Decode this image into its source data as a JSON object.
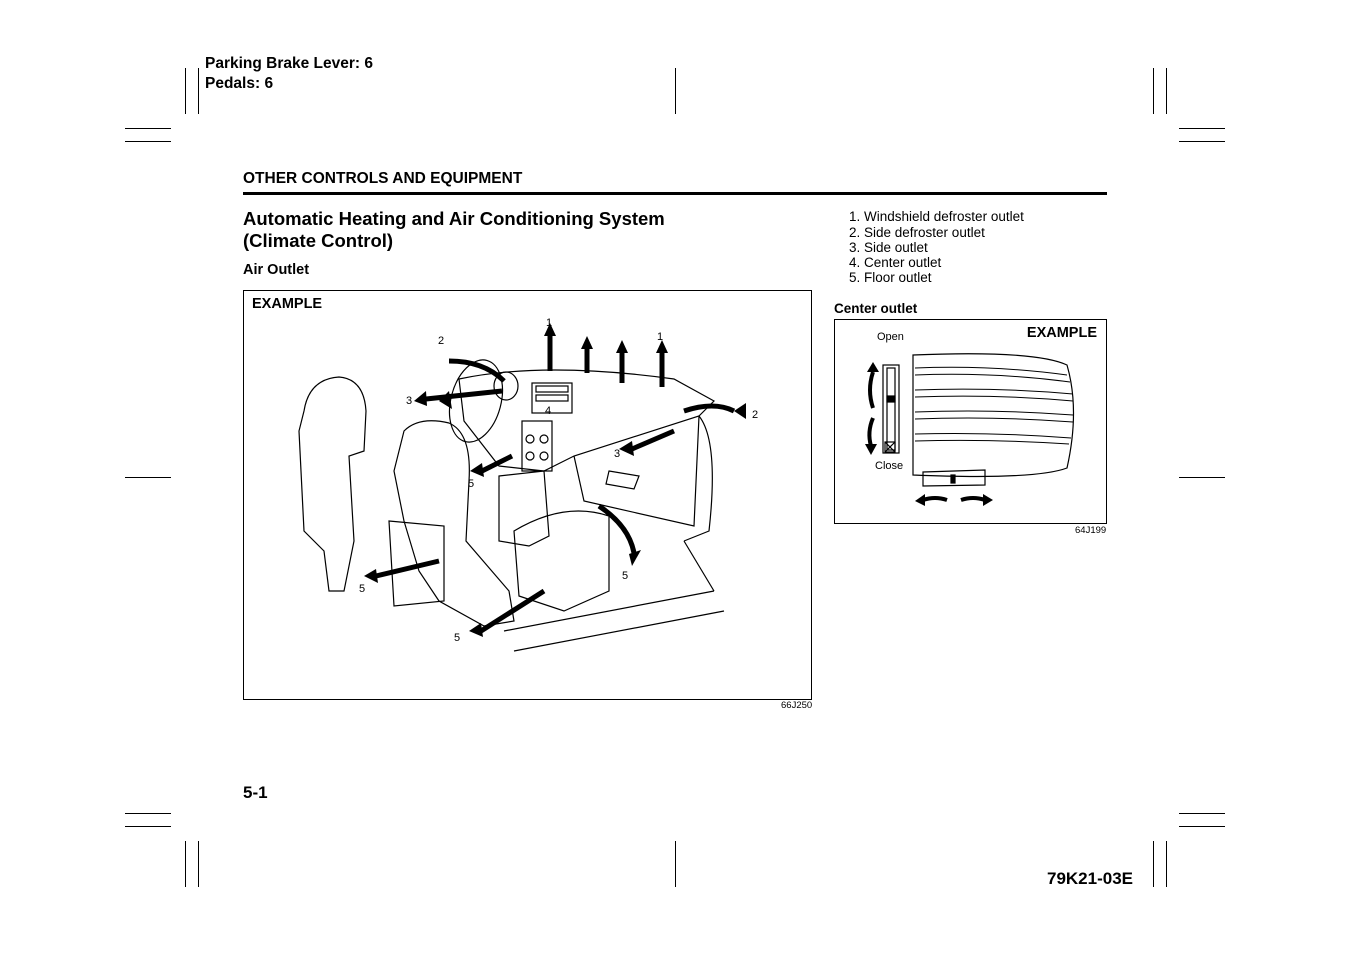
{
  "toc": [
    "Parking Brake Lever: 6",
    "Pedals: 6"
  ],
  "section_header": "OTHER CONTROLS AND EQUIPMENT",
  "title": [
    "Automatic Heating and Air Conditioning System",
    "(Climate Control)"
  ],
  "subheading": "Air Outlet",
  "figure1": {
    "example_label": "EXAMPLE",
    "code": "66J250",
    "callouts": [
      "1",
      "1",
      "2",
      "2",
      "3",
      "3",
      "4",
      "5",
      "5",
      "5",
      "5"
    ]
  },
  "legend": [
    "1. Windshield defroster outlet",
    "2. Side defroster outlet",
    "3. Side outlet",
    "4. Center outlet",
    "5. Floor outlet"
  ],
  "center_outlet": {
    "heading": "Center outlet",
    "example_label": "EXAMPLE",
    "open_label": "Open",
    "close_label": "Close",
    "code": "64J199"
  },
  "page_number": "5-1",
  "doc_code": "79K21-03E"
}
